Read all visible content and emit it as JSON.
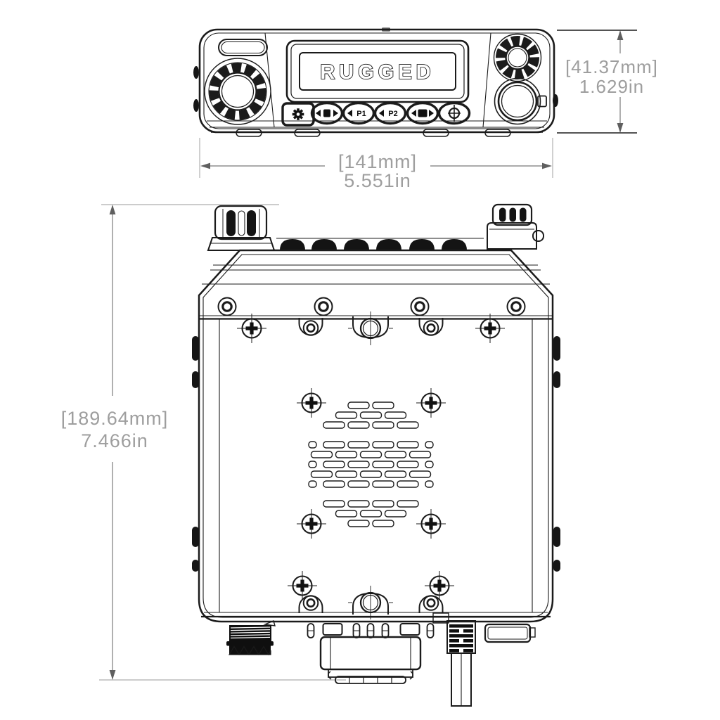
{
  "meta": {
    "type": "technical-dimension-drawing",
    "views": [
      "front-view",
      "top-view"
    ]
  },
  "product": {
    "brand": "RUGGED"
  },
  "front_view": {
    "buttons": {
      "p1": "P1",
      "p2": "P2"
    },
    "icons": [
      "gear-icon",
      "menu-arrows-icon",
      "p1-arrows-icon",
      "p2-arrows-icon",
      "band-arrows-icon",
      "target-icon"
    ]
  },
  "dimensions": {
    "height": {
      "metric": "[41.37mm]",
      "imperial": "1.629in"
    },
    "width": {
      "metric": "[141mm]",
      "imperial": "5.551in"
    },
    "depth": {
      "metric": "[189.64mm]",
      "imperial": "7.466in"
    }
  },
  "colors": {
    "background": "#ffffff",
    "ink": "#1b1b1b",
    "dimension_text": "#9e9e9e",
    "dimension_line": "#8f8f8f",
    "extension_line": "#bcbcbc"
  }
}
